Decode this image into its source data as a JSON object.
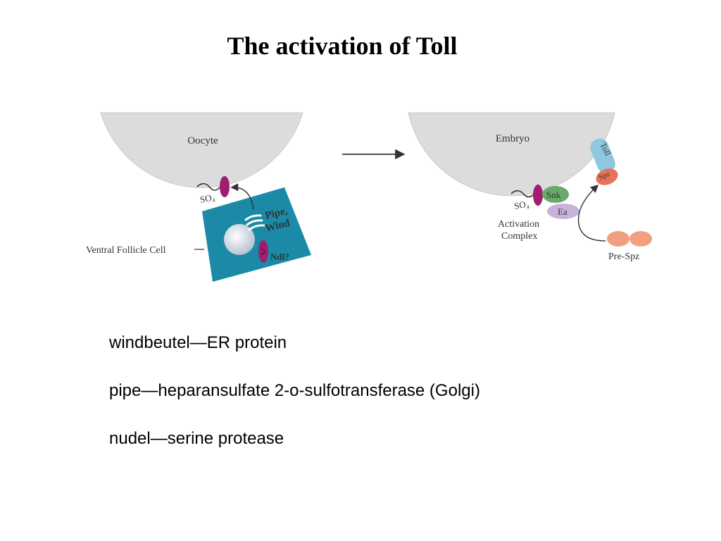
{
  "title": "The activation of Toll",
  "diagram": {
    "left_panel": {
      "cell_label": "Oocyte",
      "sulfate_label": "SO₄",
      "enzymes_label_1": "Pipe,",
      "enzymes_label_2": "Wind",
      "nudel_label": "Ndl?",
      "follicle_label": "Ventral Follicle Cell"
    },
    "right_panel": {
      "cell_label": "Embryo",
      "toll_label": "Toll",
      "spz_label": "Spz",
      "snk_label": "Snk",
      "ea_label": "Ea",
      "sulfate_label": "SO₄",
      "complex_label_1": "Activation",
      "complex_label_2": "Complex",
      "prespz_label": "Pre-Spz"
    },
    "colors": {
      "cell": "#dcdcdc",
      "follicle": "#1a8aa6",
      "receptor": "#a01e6e",
      "toll": "#8fc6e0",
      "spz": "#e7745a",
      "snk": "#6aa86c",
      "ea": "#c9b2d9",
      "prespz": "#f0a07f"
    }
  },
  "bullets": [
    "windbeutel—ER protein",
    "pipe—heparansulfate 2-o-sulfotransferase (Golgi)",
    "nudel—serine protease"
  ]
}
